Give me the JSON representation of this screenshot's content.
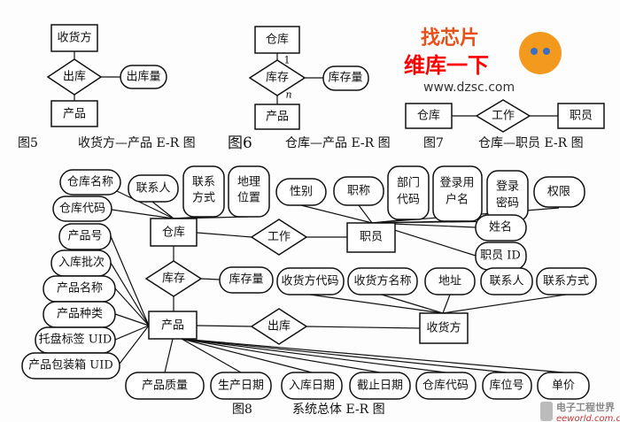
{
  "fig5": {
    "entity_top": "收货方",
    "relation": "出库",
    "attribute": "出库量",
    "entity_bottom": "产品",
    "label": "图5",
    "title": "收货方—产品 E-R 图"
  },
  "fig6": {
    "entity_top": "仓库",
    "relation": "库存",
    "attribute": "库存量",
    "entity_bottom": "产品",
    "card_top": "1",
    "card_bottom": "n",
    "label": "图6",
    "title": "仓库—产品 E-R 图"
  },
  "fig7": {
    "entity_left": "仓库",
    "relation": "工作",
    "entity_right": "职员",
    "label": "图7",
    "title": "仓库—职员 E-R 图"
  },
  "logo": {
    "line1": "找芯片",
    "line2": "维库一下",
    "url": "www.dzsc.com"
  },
  "fig8": {
    "label": "图8",
    "title": "系统总体 E-R 图",
    "entities": {
      "warehouse": "仓库",
      "staff": "职员",
      "product": "产品",
      "receiver": "收货方"
    },
    "relations": {
      "work": "工作",
      "stock": "库存",
      "outbound": "出库"
    },
    "warehouse_attrs": [
      "仓库名称",
      "仓库代码",
      "联系人",
      [
        "联系",
        "方式"
      ],
      [
        "地理",
        "位置"
      ]
    ],
    "staff_attrs": [
      "性别",
      "职称",
      [
        "部门",
        "代码"
      ],
      [
        "登录用",
        "户名"
      ],
      [
        "登录",
        "密码"
      ],
      "权限",
      "姓名",
      "职员 ID"
    ],
    "product_left_attrs": [
      "产品号",
      "入库批次",
      "产品名称",
      "产品种类",
      "托盘标签 UID",
      "产品包装箱 UID"
    ],
    "stock_attr": "库存量",
    "receiver_attrs": [
      "收货方代码",
      "收货方名称",
      "地址",
      "联系人",
      "联系方式"
    ],
    "product_bottom_attrs": [
      "产品质量",
      "生产日期",
      "入库日期",
      "截止日期",
      "仓库代码",
      "库位号",
      "单价"
    ]
  },
  "watermark": {
    "name": "电子工程世界",
    "url": "eeworld.com.cn"
  }
}
